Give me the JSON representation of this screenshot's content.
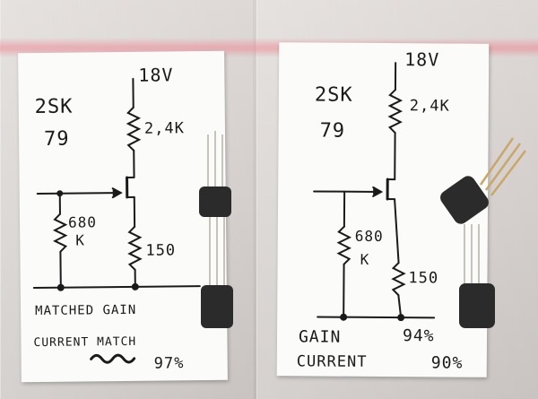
{
  "left_card": {
    "part_line1": "2SK",
    "part_line2": "79",
    "supply": "18V",
    "drain_resistor": "2,4K",
    "gate_resistor_value": "680",
    "gate_resistor_unit": "K",
    "source_resistor": "150",
    "caption": "MATCHED GAIN",
    "current_label": "CURRENT MATCH",
    "percent": "97%"
  },
  "right_card": {
    "part_line1": "2SK",
    "part_line2": "79",
    "supply": "18V",
    "drain_resistor": "2,4K",
    "gate_resistor_value": "680",
    "gate_resistor_unit": "K",
    "source_resistor": "150",
    "gain_label": "GAIN",
    "gain_percent": "94%",
    "current_label": "CURRENT",
    "current_percent": "90%"
  },
  "colors": {
    "ink": "#1a1a1a",
    "card": "#fbfbf9",
    "zip_strip": "#ec8c96",
    "transistor_body": "#2b2b2b",
    "leg_metal": "#c8c3b8"
  }
}
